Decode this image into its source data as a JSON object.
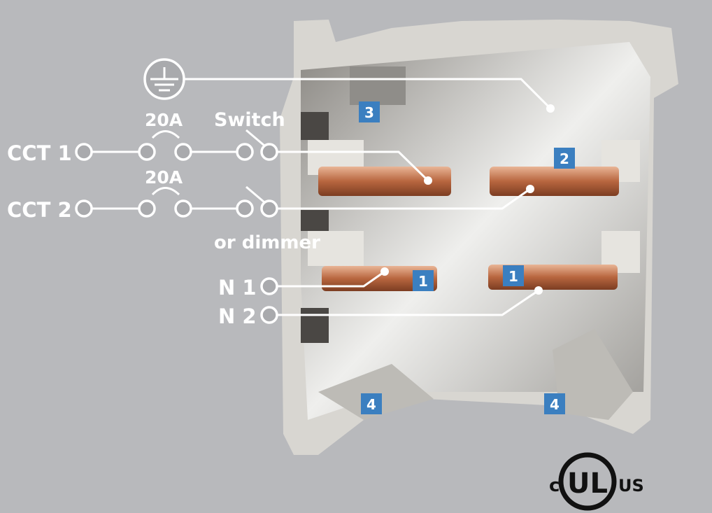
{
  "labels": {
    "cct1": "CCT 1",
    "cct2": "CCT 2",
    "breaker1": "20A",
    "breaker2": "20A",
    "switch": "Switch",
    "dimmer": "or dimmer",
    "n1": "N 1",
    "n2": "N 2"
  },
  "badges": [
    "3",
    "2",
    "1",
    "1",
    "4",
    "4"
  ],
  "certification": {
    "prefix": "c",
    "mark": "UL",
    "suffix": "US"
  },
  "colors": {
    "background": "#b8b9bc",
    "badge": "#3b7fc0",
    "copper": "#c47a55",
    "track": "#d6d4cf"
  }
}
